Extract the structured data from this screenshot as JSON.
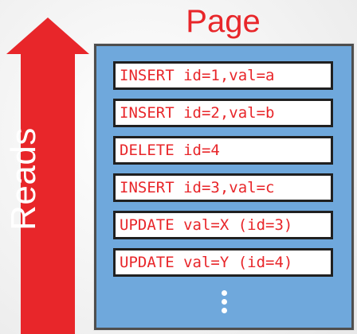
{
  "arrow": {
    "label": "Reads",
    "color": "#e8262a"
  },
  "page": {
    "title": "Page",
    "fill_color": "#6fa8dc",
    "records": [
      {
        "text": "INSERT id=1,val=a"
      },
      {
        "text": "INSERT id=2,val=b"
      },
      {
        "text": "DELETE id=4"
      },
      {
        "text": "INSERT id=3,val=c"
      },
      {
        "text": "UPDATE val=X (id=3)"
      },
      {
        "text": "UPDATE val=Y (id=4)"
      }
    ],
    "continuation_icon": "vertical-ellipsis-icon"
  }
}
